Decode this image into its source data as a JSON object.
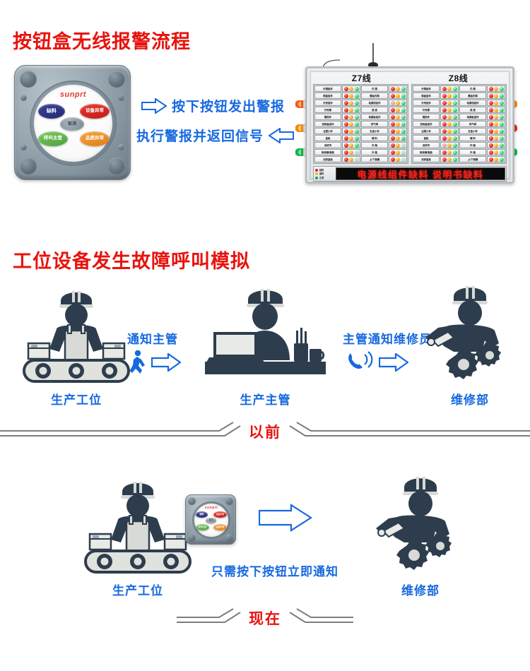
{
  "sections": {
    "title_1": "按钮盒无线报警流程",
    "title_2": "工位设备发生故障呼叫模拟"
  },
  "device": {
    "brand": "sunprt",
    "buttons": [
      {
        "name": "shortage",
        "label": "缺料",
        "color": "#2b3184"
      },
      {
        "name": "equipment-fault",
        "label": "设备异常",
        "color": "#e0261d"
      },
      {
        "name": "cancel",
        "label": "取消",
        "color": "#8d9aa3"
      },
      {
        "name": "call-supervisor",
        "label": "呼叫主管",
        "color": "#63b24b"
      },
      {
        "name": "quality-fault",
        "label": "品质异常",
        "color": "#ef9024"
      }
    ]
  },
  "flow_top": {
    "step_1": "按下按钮发出警报",
    "step_2": "执行警报并返回信号",
    "arrow_color": "#1769e0"
  },
  "board": {
    "lines": [
      {
        "header": "Z7线",
        "col_left": [
          {
            "label": "外锅组件",
            "leds": [
              "red-on",
              "amber-on",
              "green-on"
            ]
          },
          {
            "label": "锅盖组件",
            "leds": [
              "red-on",
              "amber-on",
              "green-on"
            ]
          },
          {
            "label": "外壳组件",
            "leds": [
              "red-on",
              "amber-on",
              "green-on"
            ]
          },
          {
            "label": "外壳罩",
            "leds": [
              "red-on",
              "amber-on",
              "green-on"
            ]
          },
          {
            "label": "隔热环",
            "leds": [
              "red-on",
              "amber-on",
              "green-on"
            ]
          },
          {
            "label": "控制盒组件",
            "leds": [
              "red-on",
              "amber-on",
              "green-on"
            ]
          },
          {
            "label": "注塑小件",
            "leds": [
              "red-on",
              "amber-on",
              "green-on"
            ]
          },
          {
            "label": "盖板",
            "leds": [
              "red-on",
              "amber-on",
              "green-on"
            ]
          },
          {
            "label": "说明书",
            "leds": [
              "red-on",
              "amber-on",
              "green-on"
            ]
          },
          {
            "label": "除珠精/套装",
            "leds": [
              "red-on",
              "amber-on",
              "green-off"
            ]
          },
          {
            "label": "泡沫盖板",
            "leds": [
              "red-on",
              "amber-on",
              "green-off"
            ]
          }
        ],
        "col_right": [
          {
            "label": "内 锅",
            "leds": [
              "red-on",
              "amber-on",
              "green-on"
            ]
          },
          {
            "label": "赠品内锅",
            "leds": [
              "red-on",
              "amber-on",
              "green-on"
            ]
          },
          {
            "label": "电源线组件",
            "leds": [
              "red-off",
              "amber-on",
              "green-on"
            ]
          },
          {
            "label": "底 座",
            "leds": [
              "red-on",
              "amber-on",
              "green-on"
            ]
          },
          {
            "label": "电源板组件",
            "leds": [
              "red-on",
              "amber-on",
              "green-on"
            ]
          },
          {
            "label": "排气阀",
            "leds": [
              "red-on",
              "amber-on",
              "green-on"
            ]
          },
          {
            "label": "五金小件",
            "leds": [
              "red-on",
              "amber-on",
              "green-on"
            ]
          },
          {
            "label": "辅 料",
            "leds": [
              "red-on",
              "amber-on",
              "green-on"
            ]
          },
          {
            "label": "内 箱",
            "leds": [
              "red-on",
              "amber-on",
              "green-off"
            ]
          },
          {
            "label": "外 箱",
            "leds": [
              "red-on",
              "amber-on",
              "green-off"
            ]
          },
          {
            "label": "上/下套膜",
            "leds": [
              "red-on",
              "amber-on",
              "green-off"
            ]
          }
        ]
      },
      {
        "header": "Z8线",
        "col_left": [
          {
            "label": "外锅组件",
            "leds": [
              "red-on",
              "amber-on",
              "green-on"
            ]
          },
          {
            "label": "锅盖组件",
            "leds": [
              "red-on",
              "amber-on",
              "green-on"
            ]
          },
          {
            "label": "外壳组件",
            "leds": [
              "red-on",
              "amber-on",
              "green-on"
            ]
          },
          {
            "label": "外壳罩",
            "leds": [
              "red-on",
              "amber-on",
              "green-on"
            ]
          },
          {
            "label": "隔热环",
            "leds": [
              "red-on",
              "amber-on",
              "green-on"
            ]
          },
          {
            "label": "控制盒组件",
            "leds": [
              "red-on",
              "amber-on",
              "green-on"
            ]
          },
          {
            "label": "注塑小件",
            "leds": [
              "red-on",
              "amber-on",
              "green-on"
            ]
          },
          {
            "label": "盖板",
            "leds": [
              "red-on",
              "amber-on",
              "green-on"
            ]
          },
          {
            "label": "说明书",
            "leds": [
              "red-off",
              "amber-on",
              "green-on"
            ]
          },
          {
            "label": "除珠精/套装",
            "leds": [
              "red-on",
              "amber-on",
              "green-on"
            ]
          },
          {
            "label": "泡沫盖板",
            "leds": [
              "red-on",
              "amber-on",
              "green-on"
            ]
          }
        ],
        "col_right": [
          {
            "label": "内 锅",
            "leds": [
              "red-on",
              "amber-on",
              "green-on"
            ]
          },
          {
            "label": "赠品内锅",
            "leds": [
              "red-on",
              "amber-on",
              "green-on"
            ]
          },
          {
            "label": "电源线组件",
            "leds": [
              "red-on",
              "amber-on",
              "green-on"
            ]
          },
          {
            "label": "底 座",
            "leds": [
              "red-on",
              "amber-on",
              "green-on"
            ]
          },
          {
            "label": "电源板组件",
            "leds": [
              "red-on",
              "amber-on",
              "green-on"
            ]
          },
          {
            "label": "排气阀",
            "leds": [
              "red-on",
              "amber-on",
              "green-on"
            ]
          },
          {
            "label": "五金小件",
            "leds": [
              "red-on",
              "amber-on",
              "green-on"
            ]
          },
          {
            "label": "辅 料",
            "leds": [
              "red-on",
              "amber-on",
              "green-on"
            ]
          },
          {
            "label": "内 箱",
            "leds": [
              "red-on",
              "amber-on",
              "green-on"
            ]
          },
          {
            "label": "外 箱",
            "leds": [
              "red-on",
              "amber-on",
              "green-on"
            ]
          },
          {
            "label": "上/下套膜",
            "leds": [
              "red-on",
              "amber-on",
              "green-on"
            ]
          }
        ]
      }
    ],
    "legend": [
      {
        "color": "#e8201a",
        "label": "缺料"
      },
      {
        "color": "#e8c31a",
        "label": "备料"
      },
      {
        "color": "#16a34a",
        "label": "正常"
      }
    ],
    "marquee": "电源线组件缺料  说明书缺料",
    "lamps_left": [
      "red",
      "amber",
      "green"
    ],
    "lamps_right": [
      "amber",
      "red",
      "green"
    ]
  },
  "before_flow": {
    "divider_label": "以前",
    "stations": [
      {
        "name": "production-station",
        "label": "生产工位"
      },
      {
        "name": "production-supervisor",
        "label": "生产主管"
      },
      {
        "name": "maintenance-department",
        "label": "维修部"
      }
    ],
    "transitions": [
      {
        "name": "notify-supervisor",
        "label": "通知主管",
        "icon": "walking-person-icon"
      },
      {
        "name": "supervisor-notifies-technician",
        "label": "主管通知维修员",
        "icon": "phone-ringing-icon"
      }
    ]
  },
  "after_flow": {
    "divider_label": "现在",
    "stations": [
      {
        "name": "production-station",
        "label": "生产工位"
      },
      {
        "name": "maintenance-department",
        "label": "维修部"
      }
    ],
    "transitions": [
      {
        "name": "press-button-notify",
        "label": "只需按下按钮立即通知",
        "icon": "button-box-icon"
      }
    ]
  },
  "colors": {
    "title_red": "#e8130d",
    "flow_blue": "#1769e0",
    "figure_dark": "#2e3d4d",
    "figure_light": "#dfe1dd"
  }
}
